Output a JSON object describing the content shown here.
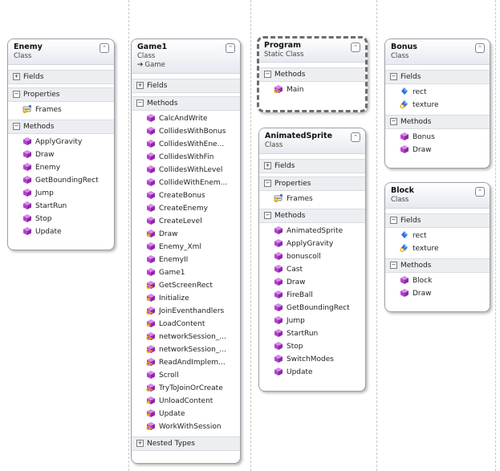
{
  "classes": {
    "enemy": {
      "name": "Enemy",
      "stereotype": "Class",
      "fields_label": "Fields",
      "properties_label": "Properties",
      "properties": [
        "Frames"
      ],
      "methods_label": "Methods",
      "methods": [
        "ApplyGravity",
        "Draw",
        "Enemy",
        "GetBoundingRect",
        "Jump",
        "StartRun",
        "Stop",
        "Update"
      ]
    },
    "game1": {
      "name": "Game1",
      "stereotype": "Class",
      "base": "Game",
      "fields_label": "Fields",
      "methods_label": "Methods",
      "methods": [
        "CalcAndWrite",
        "CollidesWithBonus",
        "CollidesWithEne...",
        "CollidesWithFin",
        "CollidesWithLevel",
        "CollideWithEnem...",
        "CreateBonus",
        "CreateEnemy",
        "CreateLevel",
        "Draw",
        "Enemy_Xml",
        "EnemyII",
        "Game1",
        "GetScreenRect",
        "Initialize",
        "JoinEventhandlers",
        "LoadContent",
        "networkSession_...",
        "networkSession_...",
        "ReadAndImplem...",
        "Scroll",
        "TryToJoinOrCreate",
        "UnloadContent",
        "Update",
        "WorkWithSession"
      ],
      "nested_label": "Nested Types"
    },
    "program": {
      "name": "Program",
      "stereotype": "Static Class",
      "methods_label": "Methods",
      "methods": [
        "Main"
      ]
    },
    "animated": {
      "name": "AnimatedSprite",
      "stereotype": "Class",
      "fields_label": "Fields",
      "properties_label": "Properties",
      "properties": [
        "Frames"
      ],
      "methods_label": "Methods",
      "methods": [
        "AnimatedSprite",
        "ApplyGravity",
        "bonuscoll",
        "Cast",
        "Draw",
        "FireBall",
        "GetBoundingRect",
        "Jump",
        "StartRun",
        "Stop",
        "SwitchModes",
        "Update"
      ]
    },
    "bonus": {
      "name": "Bonus",
      "stereotype": "Class",
      "fields_label": "Fields",
      "fields": [
        "rect",
        "texture"
      ],
      "methods_label": "Methods",
      "methods": [
        "Bonus",
        "Draw"
      ]
    },
    "block": {
      "name": "Block",
      "stereotype": "Class",
      "fields_label": "Fields",
      "fields": [
        "rect",
        "texture"
      ],
      "methods_label": "Methods",
      "methods": [
        "Block",
        "Draw"
      ]
    }
  },
  "colors": {
    "method_icon": "#b63fd0",
    "field_icon": "#2f6fe0",
    "property_icon": "#8a8a8a",
    "key_overlay": "#e8b200"
  },
  "icons": {
    "method": "purple-cube-icon",
    "field": "blue-diamond-icon",
    "property": "property-hand-icon",
    "private_overlay": "key-icon",
    "protected_overlay": "star-icon"
  },
  "marks": {
    "game1_protected_methods": [
      "Draw",
      "Initialize",
      "LoadContent",
      "UnloadContent",
      "Update"
    ],
    "game1_private_methods": [
      "GetScreenRect",
      "JoinEventhandlers",
      "networkSession_...",
      "ReadAndImplem...",
      "TryToJoinOrCreate",
      "WorkWithSession"
    ],
    "private_fields": [
      "texture"
    ]
  }
}
